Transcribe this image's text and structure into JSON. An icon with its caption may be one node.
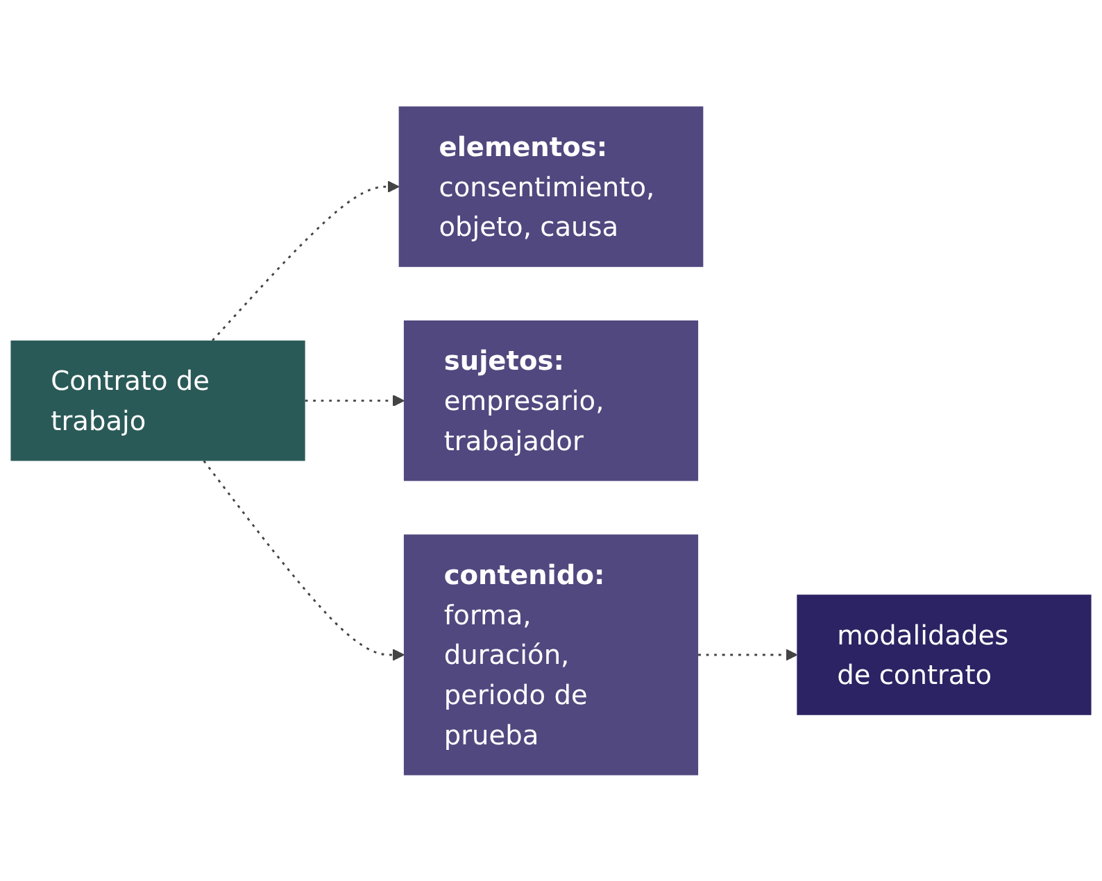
{
  "diagram": {
    "nodes": [
      {
        "text": [
          "Contrato de trabajo"
        ]
      },
      {
        "text": [
          "elementos:",
          "consentimiento, objeto, causa"
        ]
      },
      {
        "text": [
          "sujetos:",
          "empresario, trabajador"
        ]
      },
      {
        "text": [
          "contenido:",
          "forma, duración, periodo de prueba"
        ]
      },
      {
        "text": [
          "modalidades de contrato"
        ]
      }
    ],
    "edges": [
      {
        "from": 0,
        "to": 1,
        "arrow": "to",
        "style": "dashed"
      },
      {
        "from": 0,
        "to": 2,
        "arrow": "to",
        "style": "dashed"
      },
      {
        "from": 0,
        "to": 3,
        "arrow": "to",
        "style": "dashed"
      },
      {
        "from": 3,
        "to": 4,
        "arrow": "to",
        "style": "dashed"
      }
    ]
  }
}
